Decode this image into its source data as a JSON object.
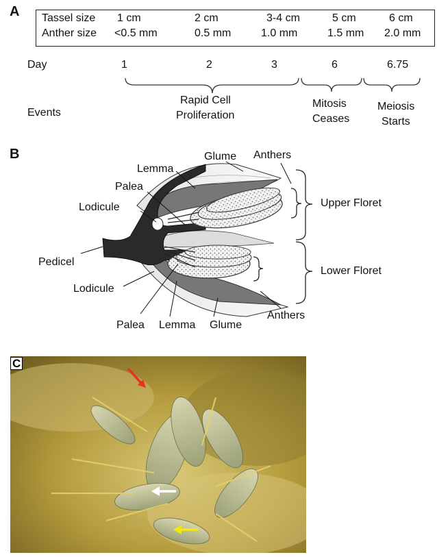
{
  "panelA": {
    "letter": "A",
    "table": {
      "row1_label": "Tassel size",
      "row2_label": "Anther size",
      "tassel_sizes": [
        "1 cm",
        "2 cm",
        "3-4 cm",
        "5 cm",
        "6 cm"
      ],
      "anther_sizes": [
        "<0.5 mm",
        "0.5 mm",
        "1.0 mm",
        "1.5 mm",
        "2.0 mm"
      ]
    },
    "day_label": "Day",
    "days": [
      "1",
      "2",
      "3",
      "6",
      "6.75"
    ],
    "events_label": "Events",
    "events": [
      {
        "line1": "Rapid Cell",
        "line2": "Proliferation"
      },
      {
        "line1": "Mitosis",
        "line2": "Ceases"
      },
      {
        "line1": "Meiosis",
        "line2": "Starts"
      }
    ]
  },
  "panelB": {
    "letter": "B",
    "labels": {
      "glume_top": "Glume",
      "anthers_top": "Anthers",
      "lemma_top": "Lemma",
      "palea_top": "Palea",
      "lodicule_top": "Lodicule",
      "upper_floret": "Upper Floret",
      "pedicel": "Pedicel",
      "lower_floret": "Lower Floret",
      "lodicule_bottom": "Lodicule",
      "palea_bottom": "Palea",
      "lemma_bottom": "Lemma",
      "glume_bottom": "Glume",
      "anthers_bottom": "Anthers"
    }
  },
  "panelC": {
    "letter": "C",
    "arrow_colors": {
      "red": "#e8321e",
      "white": "#ffffff",
      "yellow": "#f5e80e"
    }
  }
}
